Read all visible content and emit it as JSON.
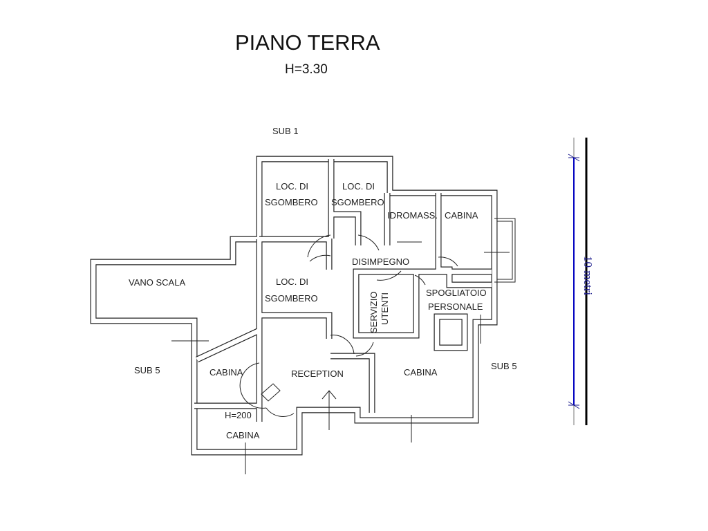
{
  "title": "PIANO TERRA",
  "height_label": "H=3.30",
  "labels": {
    "sub1": "SUB 1",
    "sub5_left": "SUB 5",
    "sub5_right": "SUB 5",
    "loc1_a": "LOC. DI",
    "loc1_b": "SGOMBERO",
    "loc2_a": "LOC. DI",
    "loc2_b": "SGOMBERO",
    "loc3_a": "LOC. DI",
    "loc3_b": "SGOMBERO",
    "idromass": "IDROMASS.",
    "cabina_top": "CABINA",
    "disimpegno": "DISIMPEGNO",
    "servizio": "SERVIZIO",
    "utenti": "UTENTI",
    "spogliatoio": "SPOGLIATOIO",
    "personale": "PERSONALE",
    "vano_scala": "VANO SCALA",
    "cabina_left": "CABINA",
    "reception": "RECEPTION",
    "cabina_right": "CABINA",
    "h200": "H=200",
    "cabina_bottom": "CABINA"
  },
  "scale": {
    "label": "10 metri",
    "color": "#0000c0"
  }
}
